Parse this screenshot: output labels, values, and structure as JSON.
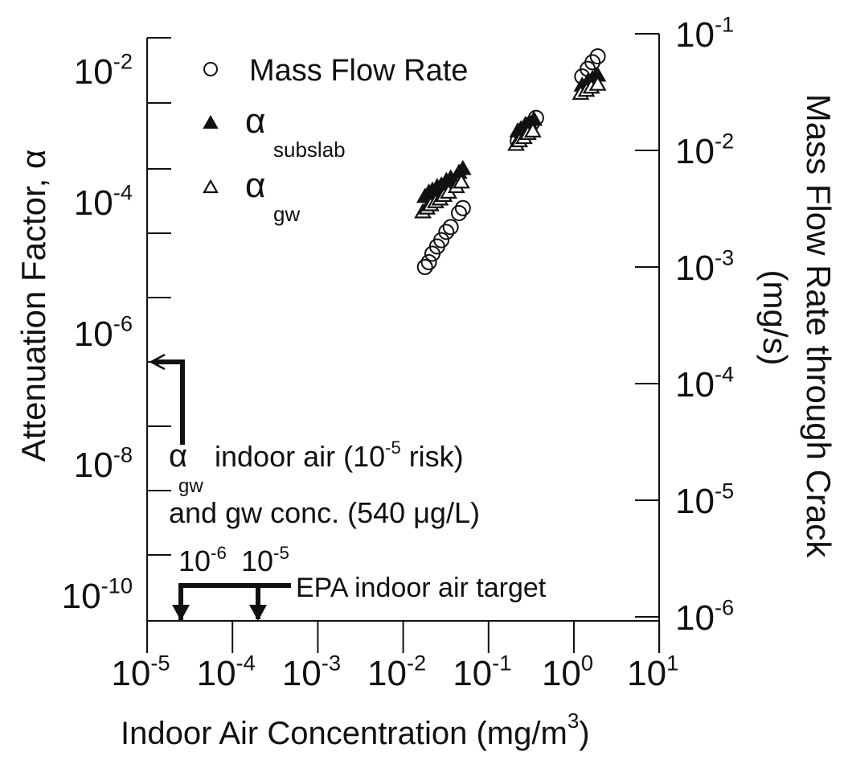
{
  "chart_data": {
    "type": "scatter",
    "title": "",
    "xlabel": "Indoor Air Concentration (mg/m3)",
    "xlabel_base": "Indoor Air Concentration (mg/m",
    "xlabel_sup": "3",
    "xlabel_tail": ")",
    "ylabel": "Attenuation Factor, α",
    "y2label_line1": "Mass Flow Rate through Crack",
    "y2label_line2": "(mg/s)",
    "xscale": "log",
    "yscale": "log",
    "y2scale": "log",
    "xlim": [
      1e-05,
      10
    ],
    "ylim": [
      3e-11,
      0.1
    ],
    "y2lim": [
      1e-06,
      0.1
    ],
    "x_ticks": [
      {
        "base": "10",
        "exp": "-5",
        "value": 1e-05
      },
      {
        "base": "10",
        "exp": "-4",
        "value": 0.0001
      },
      {
        "base": "10",
        "exp": "-3",
        "value": 0.001
      },
      {
        "base": "10",
        "exp": "-2",
        "value": 0.01
      },
      {
        "base": "10",
        "exp": "-1",
        "value": 0.1
      },
      {
        "base": "10",
        "exp": "0",
        "value": 1
      },
      {
        "base": "10",
        "exp": "1",
        "value": 10
      }
    ],
    "y_ticks": [
      {
        "base": "10",
        "exp": "-2",
        "value": 0.01
      },
      {
        "base": "10",
        "exp": "-4",
        "value": 0.0001
      },
      {
        "base": "10",
        "exp": "-6",
        "value": 1e-06
      },
      {
        "base": "10",
        "exp": "-8",
        "value": 1e-08
      },
      {
        "base": "10",
        "exp": "-10",
        "value": 1e-10
      }
    ],
    "y2_ticks": [
      {
        "base": "10",
        "exp": "-1",
        "value": 0.1
      },
      {
        "base": "10",
        "exp": "-2",
        "value": 0.01
      },
      {
        "base": "10",
        "exp": "-3",
        "value": 0.001
      },
      {
        "base": "10",
        "exp": "-4",
        "value": 0.0001
      },
      {
        "base": "10",
        "exp": "-5",
        "value": 1e-05
      },
      {
        "base": "10",
        "exp": "-6",
        "value": 1e-06
      }
    ],
    "grid": false,
    "legend_position": "upper-left",
    "legend": [
      {
        "marker": "open-circle",
        "label": "Mass Flow Rate",
        "sub": ""
      },
      {
        "marker": "filled-triangle",
        "label": "α",
        "sub": "subslab"
      },
      {
        "marker": "open-triangle",
        "label": "α",
        "sub": "gw"
      }
    ],
    "series": [
      {
        "name": "Mass Flow Rate",
        "axis": "right",
        "marker": "open-circle",
        "x": [
          0.018,
          0.02,
          0.022,
          0.025,
          0.028,
          0.032,
          0.036,
          0.045,
          0.05,
          0.22,
          0.25,
          0.28,
          0.32,
          0.36,
          1.25,
          1.45,
          1.65,
          1.9
        ],
        "y": [
          0.001,
          0.0011,
          0.0013,
          0.0015,
          0.0017,
          0.002,
          0.0022,
          0.0029,
          0.0032,
          0.012,
          0.013,
          0.015,
          0.017,
          0.019,
          0.043,
          0.05,
          0.057,
          0.064
        ]
      },
      {
        "name": "α subslab",
        "axis": "left",
        "marker": "filled-triangle",
        "x": [
          0.018,
          0.02,
          0.022,
          0.025,
          0.028,
          0.032,
          0.036,
          0.045,
          0.05,
          0.22,
          0.24,
          0.27,
          0.3,
          0.34,
          1.25,
          1.45,
          1.65,
          1.9
        ],
        "y": [
          0.00012,
          0.00014,
          0.00015,
          0.00017,
          0.00018,
          0.00021,
          0.00023,
          0.00028,
          0.00032,
          0.0012,
          0.0013,
          0.0015,
          0.0016,
          0.0018,
          0.006,
          0.0068,
          0.0076,
          0.0085
        ]
      },
      {
        "name": "α gw",
        "axis": "left",
        "marker": "open-triangle",
        "x": [
          0.017,
          0.019,
          0.021,
          0.024,
          0.027,
          0.03,
          0.034,
          0.042,
          0.048,
          0.21,
          0.23,
          0.26,
          0.29,
          0.33,
          1.2,
          1.4,
          1.6,
          1.9
        ],
        "y": [
          7e-05,
          8e-05,
          9e-05,
          0.0001,
          0.00011,
          0.000125,
          0.00014,
          0.00017,
          0.0002,
          0.00075,
          0.00085,
          0.00095,
          0.0011,
          0.0012,
          0.0045,
          0.005,
          0.0056,
          0.0062
        ]
      }
    ],
    "annotations": [
      {
        "id": "alpha-gw-target",
        "type": "arrow-to-left-axis",
        "points_to_y": 2.5e-07,
        "text_line1_prefix": "α",
        "text_line1_sub": "gw",
        "text_line1_main": "indoor air (10",
        "text_line1_sup": "-5",
        "text_line1_tail": " risk)",
        "text_line2": "and gw conc. (540 μg/L)"
      },
      {
        "id": "epa-target",
        "type": "arrows-to-x-axis",
        "label": "EPA indoor air target",
        "arrows": [
          {
            "label_base": "10",
            "label_exp": "-6",
            "x": 2.5e-05
          },
          {
            "label_base": "10",
            "label_exp": "-5",
            "x": 0.00022
          }
        ]
      }
    ]
  }
}
